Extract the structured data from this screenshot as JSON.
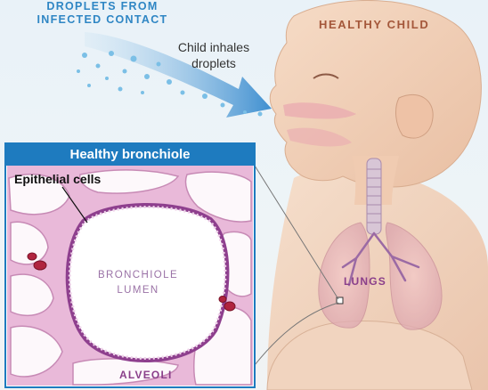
{
  "labels": {
    "droplets_source_line1": "DROPLETS FROM",
    "droplets_source_line2": "INFECTED CONTACT",
    "inhale_line1": "Child inhales",
    "inhale_line2": "droplets",
    "healthy_child": "HEALTHY CHILD",
    "lungs": "LUNGS",
    "inset_title": "Healthy bronchiole",
    "epithelial_cells": "Epithelial cells",
    "lumen_line1": "BRONCHIOLE",
    "lumen_line2": "LUMEN",
    "alveoli": "ALVEOLI"
  },
  "colors": {
    "inset_header": "#1e7bbf",
    "arrow": "#3f8fd0",
    "droplets": "#7bbfe6",
    "skin": "#f2cfb4",
    "tissue_pink": "#e7b6d6",
    "membrane_purple": "#8e3f8e",
    "label_purple": "#8a3f8a",
    "child_label": "#a4573a"
  },
  "icons": [
    "droplet-particles",
    "inhale-arrow",
    "bronchiole-cross-section",
    "red-blood-cell-icon"
  ]
}
